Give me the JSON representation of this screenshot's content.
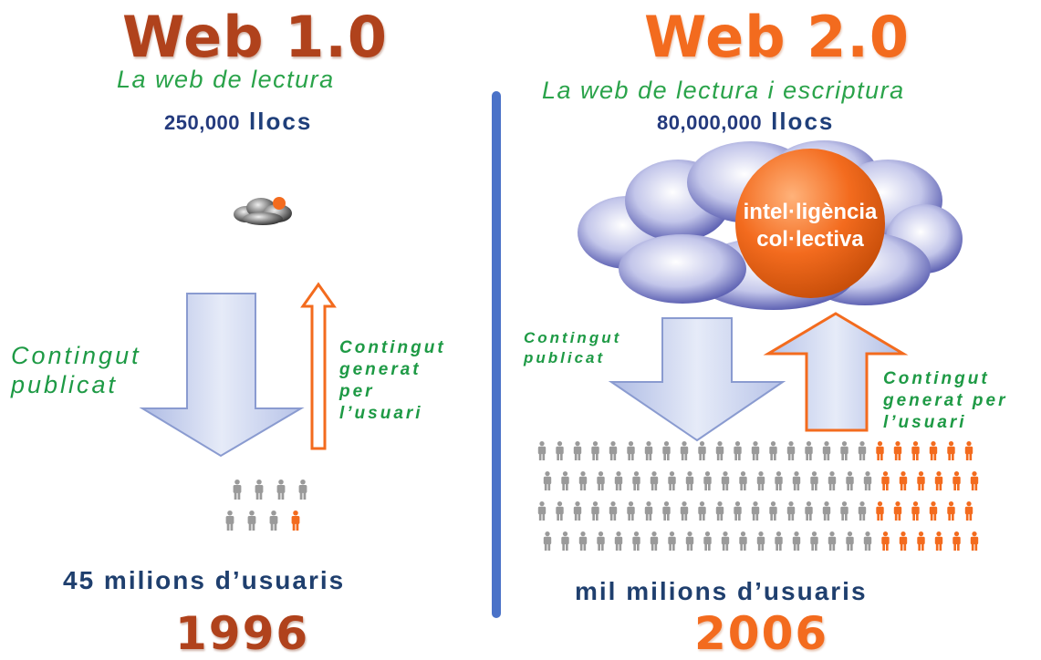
{
  "left": {
    "title": "Web 1.0",
    "subtitle": "La web de lectura",
    "sites_number": "250,000",
    "sites_label": "llocs",
    "published_line1": "Contingut",
    "published_line2": "publicat",
    "generated_line1": "Contingut",
    "generated_line2": "generat",
    "generated_line3": "per",
    "generated_line4": "l’usuari",
    "users": "45 milions d’usuaris",
    "year": "1996"
  },
  "right": {
    "title": "Web 2.0",
    "subtitle": "La web de lectura i escriptura",
    "sites_number": "80,000,000",
    "sites_label": "llocs",
    "cloud_line1": "intel·ligència",
    "cloud_line2": "col·lectiva",
    "published_line1": "Contingut",
    "published_line2": "publicat",
    "generated_line1": "Contingut",
    "generated_line2": "generat per",
    "generated_line3": "l’usuari",
    "users": "mil milions d’usuaris",
    "year": "2006"
  },
  "colors": {
    "web1_title": "#b0421c",
    "web2_title": "#f36b1e",
    "green_text": "#1e9a45",
    "divider": "#4a72c8",
    "arrow_blue_fill": "#c9d3ef",
    "arrow_orange": "#f36b1e",
    "person_gray": "#9a9a9a",
    "person_orange": "#f36b1e"
  }
}
